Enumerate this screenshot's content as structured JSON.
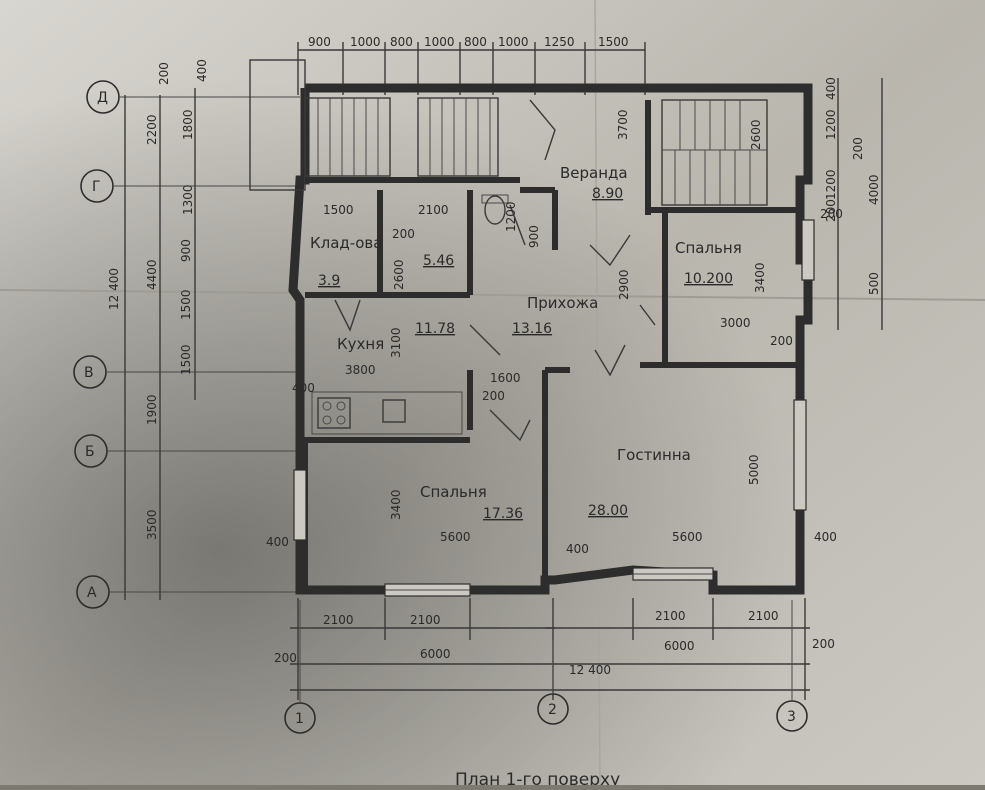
{
  "title": "План 1-го поверху",
  "grid_rows": [
    "Д",
    "Г",
    "В",
    "Б",
    "А"
  ],
  "grid_cols": [
    "1",
    "2",
    "3"
  ],
  "rooms": [
    {
      "name": "Веранда",
      "area": "8.90"
    },
    {
      "name": "Клад-ова",
      "area": "3.9"
    },
    {
      "name": "",
      "area": "5.46"
    },
    {
      "name": "Спальня",
      "area": "10.200"
    },
    {
      "name": "Прихожа",
      "area": "13.16"
    },
    {
      "name": "Кухня",
      "area": "11.78"
    },
    {
      "name": "Спальня",
      "area": "17.36"
    },
    {
      "name": "Гостинна",
      "area": "28.00"
    }
  ],
  "dims": {
    "top": [
      "900",
      "1000",
      "800",
      "1000",
      "800",
      "1000",
      "1250",
      "1500"
    ],
    "left_outer": "12 400",
    "left_mid": [
      "2200",
      "4400",
      "1900",
      "3500"
    ],
    "left_inner": [
      "200",
      "1800",
      "1300",
      "900",
      "1500",
      "1500",
      "400"
    ],
    "right": [
      "400",
      "1200",
      "200",
      "1200",
      "4000",
      "200",
      "500"
    ],
    "bottom_row1": [
      "2100",
      "2100",
      "2100",
      "2100"
    ],
    "bottom_row2": [
      "6000",
      "6000"
    ],
    "bottom_total": "12 400",
    "bottom_small": [
      "200",
      "200"
    ],
    "inner": {
      "veranda_w": "3700",
      "stair_w": "2600",
      "klad_w": "1500",
      "wc_w": "2100",
      "wc_h": "2600",
      "small_a": "1200",
      "small_b": "200",
      "small_c": "900",
      "bed1_h": "3400",
      "bed1_w": "3000",
      "hall_h": "2900",
      "kitchen_h": "3100",
      "kitchen_w": "3800",
      "step_w": "1600",
      "step_h": "200",
      "bed2_h": "3400",
      "bed2_w": "5600",
      "living_w": "5600",
      "living_h": "5000",
      "wall_a": "400",
      "wall_b": "400",
      "wall_c": "400",
      "wall_d": "400",
      "wall_e": "200",
      "wall_f": "200"
    }
  }
}
